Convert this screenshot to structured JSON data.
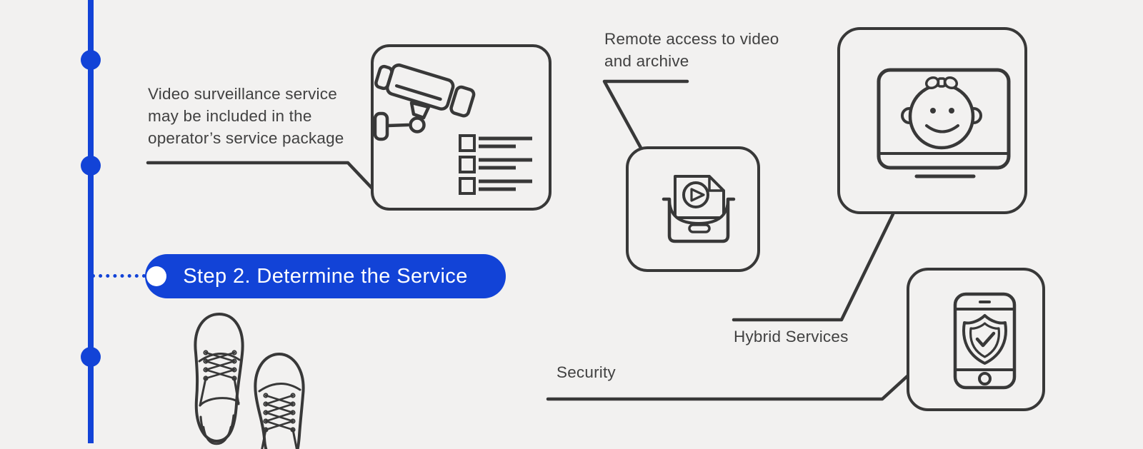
{
  "page": {
    "background": "#f2f1f0"
  },
  "colors": {
    "accent_blue": "#1243d7",
    "ink": "#383838",
    "text_gray": "#414141",
    "white": "#ffffff"
  },
  "step_banner": {
    "label": "Step 2. Determine the Service"
  },
  "annotations": {
    "surveillance_note": "Video surveillance service\nmay be included in the\noperator’s service package",
    "remote_access_label": "Remote access to video\nand archive",
    "hybrid_services_label": "Hybrid Services",
    "security_label": "Security"
  },
  "icons": {
    "camera_card": "cctv-camera-with-checklist",
    "archive_card": "video-file-archive-drawer",
    "baby_card": "baby-on-laptop-screen",
    "security_card": "smartphone-with-security-shield",
    "footer": "sneakers-top-view"
  }
}
